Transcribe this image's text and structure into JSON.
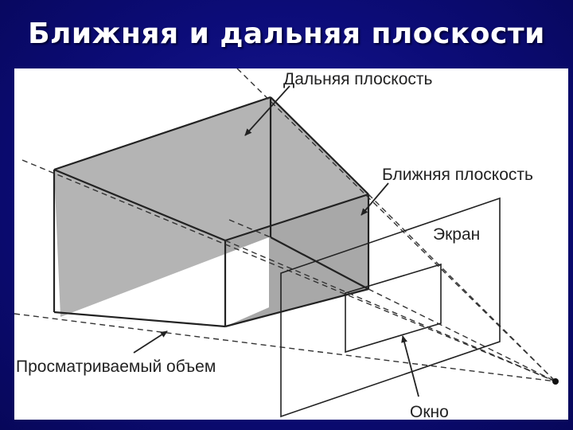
{
  "slide": {
    "title": "Ближняя и дальняя плоскости"
  },
  "diagram": {
    "labels": {
      "far_plane": "Дальняя плоскость",
      "near_plane": "Ближняя плоскость",
      "screen": "Экран",
      "viewing_volume": "Просматриваемый объем",
      "window": "Окно"
    }
  },
  "colors": {
    "background": "#0c0c78",
    "title_text": "#ffffff",
    "figure_bg": "#ffffff",
    "plane_fill": "#b4b4b4",
    "line": "#222222"
  }
}
